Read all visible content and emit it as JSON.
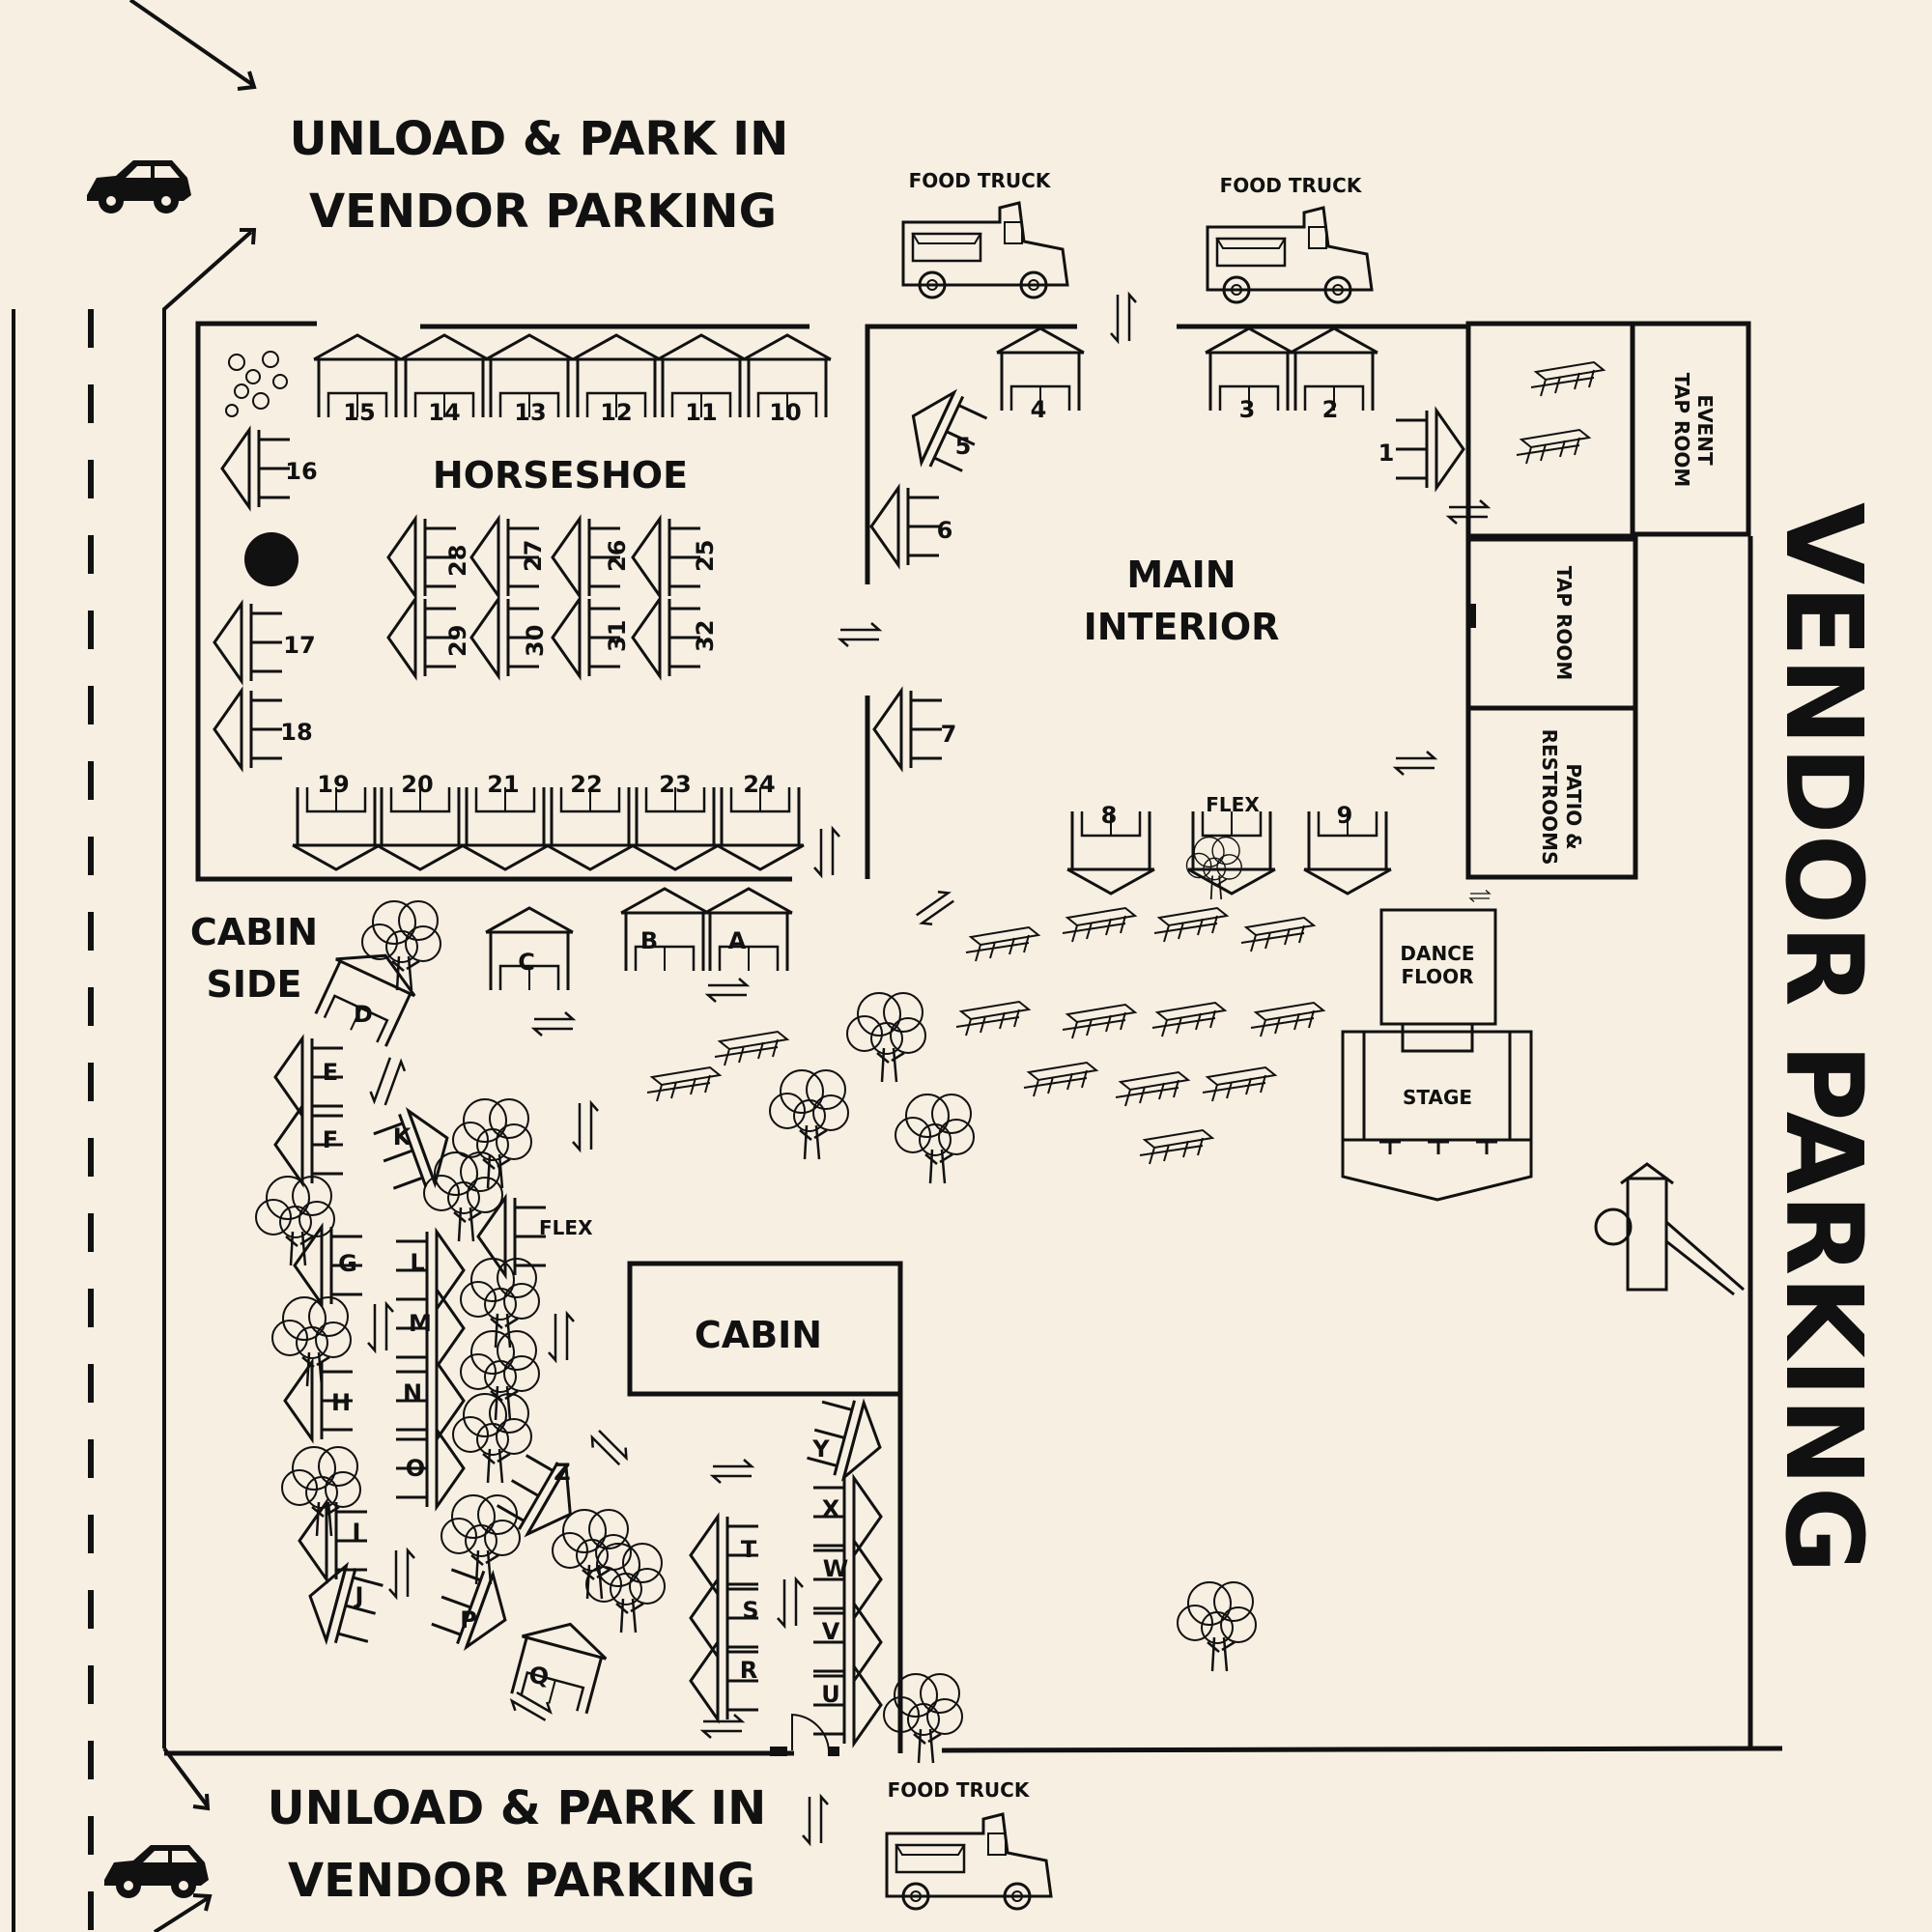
{
  "colors": {
    "background": "#f6efe2",
    "ink": "#111111"
  },
  "parking": {
    "top_line1": "UNLOAD & PARK IN",
    "top_line2": "VENDOR PARKING",
    "bottom_line1": "UNLOAD & PARK IN",
    "bottom_line2": "VENDOR PARKING",
    "side": "VENDOR PARKING"
  },
  "food_trucks": [
    "FOOD TRUCK",
    "FOOD TRUCK",
    "FOOD TRUCK"
  ],
  "areas": {
    "horseshoe": "HORSESHOE",
    "main_line1": "MAIN",
    "main_line2": "INTERIOR",
    "event_tap_line1": "EVENT",
    "event_tap_line2": "TAP ROOM",
    "tap_room": "TAP ROOM",
    "patio_line1": "PATIO &",
    "patio_line2": "RESTROOMS",
    "dance_line1": "DANCE",
    "dance_line2": "FLOOR",
    "stage": "STAGE",
    "cabin": "CABIN",
    "cabin_side_line1": "CABIN",
    "cabin_side_line2": "SIDE",
    "flex_main": "FLEX",
    "flex_cabin": "FLEX"
  },
  "booths": {
    "top_row": [
      "15",
      "14",
      "13",
      "12",
      "11",
      "10"
    ],
    "bottom_row": [
      "19",
      "20",
      "21",
      "22",
      "23",
      "24"
    ],
    "left_col": [
      "16",
      "17",
      "18"
    ],
    "center_top": [
      "28",
      "27",
      "26",
      "25"
    ],
    "center_bottom": [
      "29",
      "30",
      "31",
      "32"
    ],
    "interior": [
      "4",
      "5",
      "6",
      "7",
      "3",
      "2",
      "1",
      "8",
      "9"
    ],
    "cabin_side": [
      "A",
      "B",
      "C",
      "D",
      "E",
      "F",
      "G",
      "H",
      "I",
      "J",
      "K",
      "L",
      "M",
      "N",
      "O",
      "P",
      "Q",
      "Z",
      "T",
      "S",
      "R",
      "Y",
      "X",
      "W",
      "V",
      "U"
    ]
  }
}
